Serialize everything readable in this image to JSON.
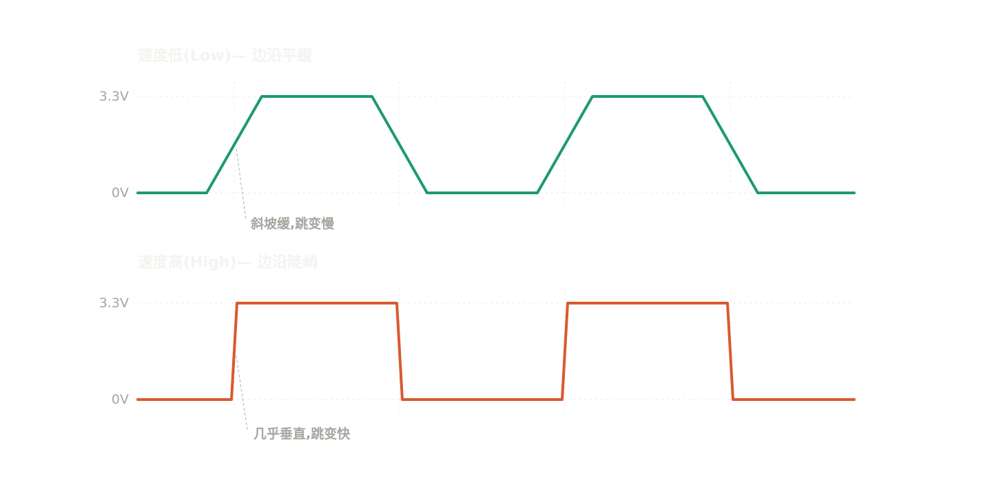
{
  "colors": {
    "background": "#ffffff",
    "grid": "#e8e8e8",
    "axis_label": "#a9a49f",
    "title": "#f5f3f0",
    "annotation": "#a9a49f",
    "leader": "#b5b5b5"
  },
  "panels": [
    {
      "title": "速度低(Low)— 边沿平缓",
      "high_label": "3.3V",
      "low_label": "0V",
      "color": "#1e9a6e",
      "annotation": "斜坡缓,跳变慢",
      "waveform_points": [
        [
          0,
          0
        ],
        [
          1.0,
          0
        ],
        [
          1.8,
          3.3
        ],
        [
          3.4,
          3.3
        ],
        [
          4.2,
          0
        ],
        [
          5.8,
          0
        ],
        [
          6.6,
          3.3
        ],
        [
          8.2,
          3.3
        ],
        [
          9.0,
          0
        ],
        [
          10.4,
          0
        ]
      ]
    },
    {
      "title": "速度高(High)— 边沿陡峭",
      "high_label": "3.3V",
      "low_label": "0V",
      "color": "#d85a31",
      "annotation": "几乎垂直,跳变快",
      "waveform_points": [
        [
          0,
          0
        ],
        [
          1.36,
          0
        ],
        [
          1.44,
          3.3
        ],
        [
          3.76,
          3.3
        ],
        [
          3.84,
          0
        ],
        [
          6.16,
          0
        ],
        [
          6.24,
          3.3
        ],
        [
          8.56,
          3.3
        ],
        [
          8.64,
          0
        ],
        [
          10.4,
          0
        ]
      ]
    }
  ]
}
